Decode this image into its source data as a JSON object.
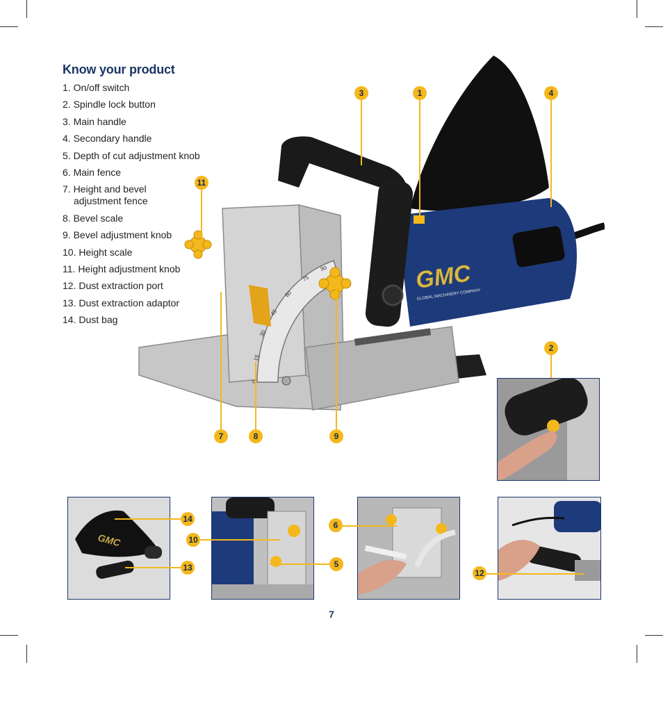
{
  "heading": "Know your product",
  "parts": [
    {
      "main": "1. On/off switch"
    },
    {
      "main": "2. Spindle lock button"
    },
    {
      "main": "3. Main handle"
    },
    {
      "main": "4. Secondary handle"
    },
    {
      "main": "5. Depth of cut adjustment knob"
    },
    {
      "main": "6. Main fence"
    },
    {
      "main": "7. Height and bevel",
      "sub": "adjustment fence"
    },
    {
      "main": "8. Bevel scale"
    },
    {
      "main": "9. Bevel adjustment knob"
    },
    {
      "main": "10. Height scale"
    },
    {
      "main": "11. Height adjustment knob"
    },
    {
      "main": "12. Dust extraction port"
    },
    {
      "main": "13. Dust extraction adaptor"
    },
    {
      "main": "14. Dust bag"
    }
  ],
  "callouts": {
    "c1": "1",
    "c2": "2",
    "c3": "3",
    "c4": "4",
    "c5": "5",
    "c6": "6",
    "c7": "7",
    "c8": "8",
    "c9": "9",
    "c10": "10",
    "c11": "11",
    "c12": "12",
    "c13": "13",
    "c14": "14"
  },
  "brand_logo": "GMC",
  "brand_tagline": "GLOBAL MACHINERY COMPANY",
  "bevel_scale_ticks": [
    "0",
    "15",
    "30",
    "45",
    "60",
    "75",
    "90"
  ],
  "page_number": "7",
  "colors": {
    "heading": "#1b3566",
    "callout": "#f4b81c",
    "frame": "#1b3566",
    "tool_body": "#1d3a7a"
  }
}
